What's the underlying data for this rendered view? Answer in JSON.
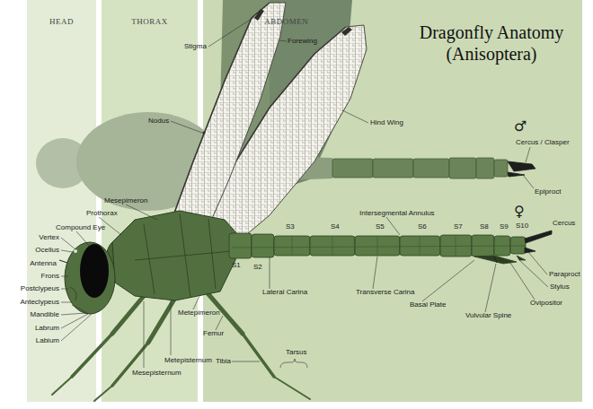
{
  "diagram": {
    "title": "Dragonfly Anatomy (Anisoptera)",
    "nodes": [
      {
        "text": [
          "HEAD"
        ]
      },
      {
        "text": [
          "THORAX"
        ]
      },
      {
        "text": [
          "ABDOMEN"
        ]
      }
    ],
    "labels": [
      "Stigma",
      "Forewing",
      "Nodus",
      "Hind Wing",
      "Cercus / Clasper",
      "Epiproct",
      "♂",
      "♀",
      "Mesepimeron",
      "Prothorax",
      "Compound Eye",
      "Vertex",
      "Ocellus",
      "Antenna",
      "Frons",
      "Postclypeus",
      "Anteclypeus",
      "Mandible",
      "Labrum",
      "Labium",
      "S1",
      "S2",
      "S3",
      "S4",
      "S5",
      "S6",
      "S7",
      "S8",
      "S9",
      "S10",
      "Intersegmental Annulus",
      "Cercus",
      "Lateral Carina",
      "Metepimeron",
      "Femur",
      "Tibia",
      "Tarsus",
      "Transverse Carina",
      "Basal Plate",
      "Vulvular Spine",
      "Ovipositor",
      "Stylus",
      "Paraproct",
      "Metepisternum",
      "Mesepisternum"
    ]
  }
}
